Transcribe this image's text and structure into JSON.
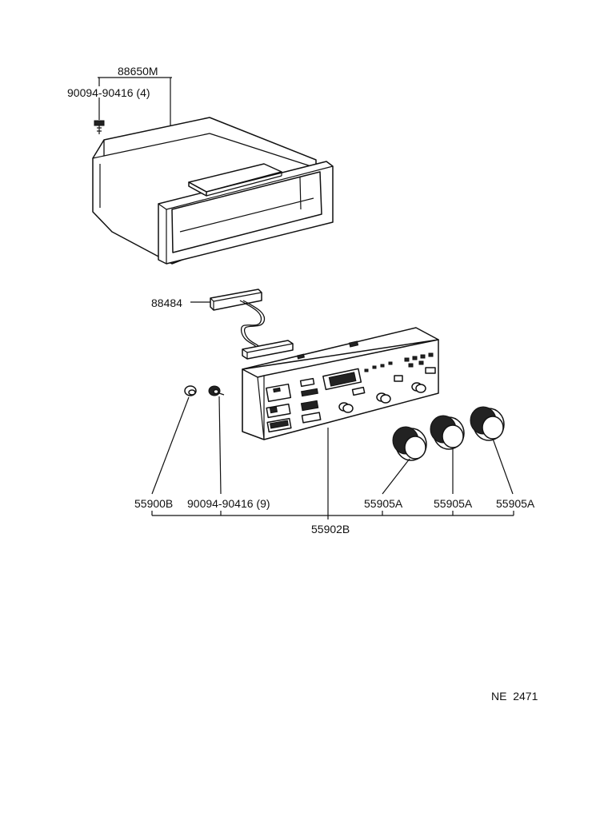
{
  "diagram": {
    "labels": {
      "housing": "88650M",
      "housing_screw": "90094-90416 (4)",
      "harness": "88484",
      "bulb": "55900B",
      "panel_screw": "90094-90416 (9)",
      "knob_1": "55905A",
      "knob_2": "55905A",
      "knob_3": "55905A",
      "control_assembly": "55902B",
      "drawing_code": "NE  2471"
    }
  }
}
